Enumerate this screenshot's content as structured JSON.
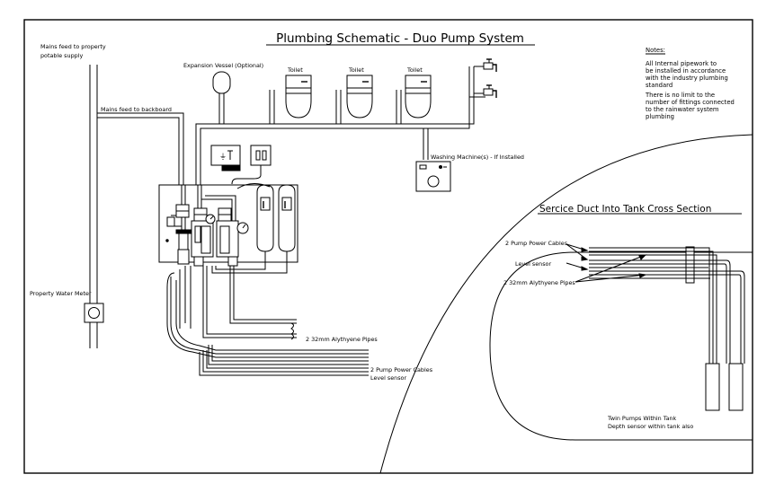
{
  "title": "Plumbing Schematic - Duo Pump System",
  "labels": {
    "mains_property_line1": "Mains feed to property",
    "mains_property_line2": "potable supply",
    "mains_backboard": "Mains feed to backboard",
    "expansion_vessel": "Expansion Vessel (Optional)",
    "toilet_1": "Toilet",
    "toilet_2": "Toilet",
    "toilet_3": "Toilet",
    "washing_machine": "Washing Machine(s) - If Installed",
    "property_meter": "Property Water Meter",
    "pipes_main": "2 32mm Alythyene Pipes",
    "power_cables_main": "2 Pump Power Cables",
    "level_sensor_main": "Level sensor"
  },
  "notes": {
    "heading": "Notes:",
    "note1": [
      "All Internal pipework to",
      "be installed in accordance",
      "with the industry plumbing",
      "standard"
    ],
    "note2": [
      "There is no limit to the",
      "number of fittings connected",
      "to the rainwater system",
      "plumbing"
    ]
  },
  "cross_section": {
    "title": "Sercice Duct Into Tank Cross Section",
    "power_cables": "2 Pump Power Cables",
    "level_sensor": "Level sensor",
    "pipes": "2 32mm Alythyene Pipes",
    "tank_line1": "Twin Pumps Within Tank",
    "tank_line2": "Depth sensor within tank also"
  }
}
